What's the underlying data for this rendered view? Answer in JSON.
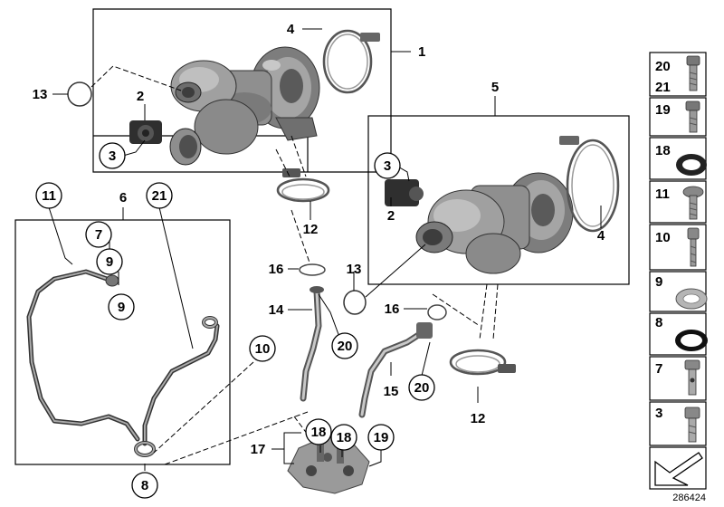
{
  "diagram_id": "286424",
  "callouts": {
    "c1": "1",
    "c2_top": "2",
    "c3_top": "3",
    "c4_top": "4",
    "c13_top": "13",
    "c5": "5",
    "c3_right": "3",
    "c2_right": "2",
    "c4_right": "4",
    "c6": "6",
    "c11": "11",
    "c21_left": "21",
    "c7": "7",
    "c9_a": "9",
    "c9_b": "9",
    "c12_top": "12",
    "c16_left": "16",
    "c13_mid": "13",
    "c14": "14",
    "c20_left": "20",
    "c16_right": "16",
    "c10": "10",
    "c15": "15",
    "c20_right": "20",
    "c12_bottom": "12",
    "c17": "17",
    "c18_a": "18",
    "c18_b": "18",
    "c19": "19",
    "c8": "8"
  },
  "legend": [
    {
      "label": "20",
      "label2": "21",
      "icon": "banjo-bolt-icon"
    },
    {
      "label": "19",
      "icon": "hex-bolt-icon"
    },
    {
      "label": "18",
      "icon": "sealing-ring-icon"
    },
    {
      "label": "11",
      "icon": "torx-bolt-icon"
    },
    {
      "label": "10",
      "icon": "socket-bolt-icon"
    },
    {
      "label": "9",
      "icon": "seal-washer-icon"
    },
    {
      "label": "8",
      "icon": "o-ring-icon"
    },
    {
      "label": "7",
      "icon": "hollow-bolt-icon"
    },
    {
      "label": "3",
      "icon": "hex-screw-icon"
    },
    {
      "label": "",
      "icon": "arrow-icon"
    }
  ]
}
